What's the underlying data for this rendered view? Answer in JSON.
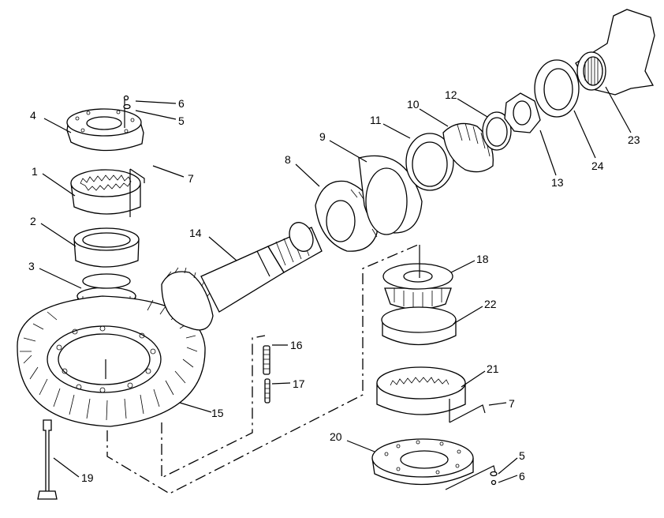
{
  "diagram": {
    "callouts": [
      {
        "id": "c1",
        "text": "1"
      },
      {
        "id": "c2",
        "text": "2"
      },
      {
        "id": "c3",
        "text": "3"
      },
      {
        "id": "c4",
        "text": "4"
      },
      {
        "id": "c5a",
        "text": "5"
      },
      {
        "id": "c5b",
        "text": "5"
      },
      {
        "id": "c6a",
        "text": "6"
      },
      {
        "id": "c6b",
        "text": "6"
      },
      {
        "id": "c7a",
        "text": "7"
      },
      {
        "id": "c7b",
        "text": "7"
      },
      {
        "id": "c8",
        "text": "8"
      },
      {
        "id": "c9",
        "text": "9"
      },
      {
        "id": "c10",
        "text": "10"
      },
      {
        "id": "c11",
        "text": "11"
      },
      {
        "id": "c12",
        "text": "12"
      },
      {
        "id": "c13",
        "text": "13"
      },
      {
        "id": "c14",
        "text": "14"
      },
      {
        "id": "c15",
        "text": "15"
      },
      {
        "id": "c16",
        "text": "16"
      },
      {
        "id": "c17",
        "text": "17"
      },
      {
        "id": "c18",
        "text": "18"
      },
      {
        "id": "c19",
        "text": "19"
      },
      {
        "id": "c20",
        "text": "20"
      },
      {
        "id": "c21",
        "text": "21"
      },
      {
        "id": "c22",
        "text": "22"
      },
      {
        "id": "c23",
        "text": "23"
      },
      {
        "id": "c24",
        "text": "24"
      }
    ]
  }
}
